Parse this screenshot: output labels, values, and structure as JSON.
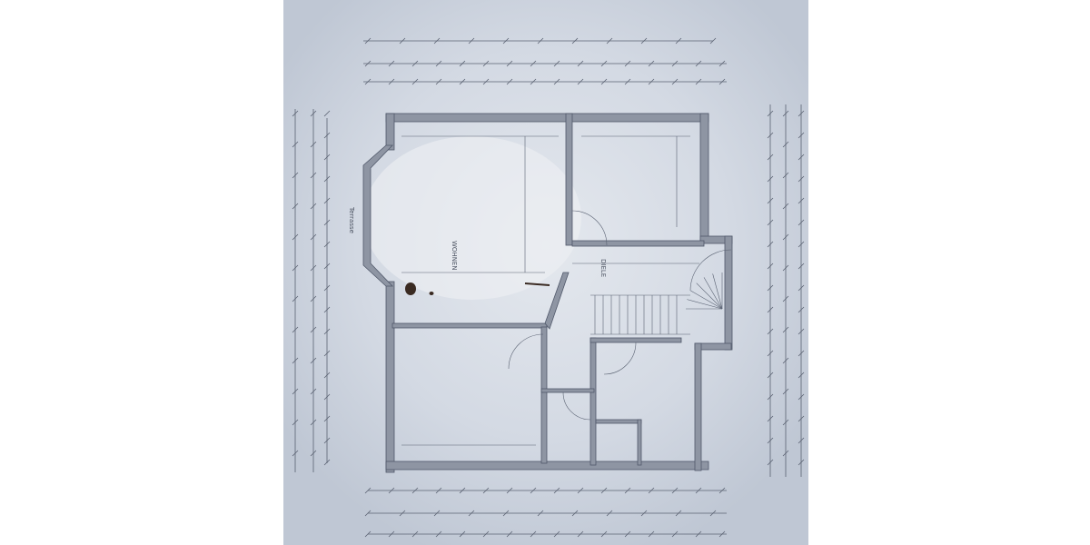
{
  "plan": {
    "rooms": [
      {
        "label": "WOHNEN"
      },
      {
        "label": "DIELE"
      },
      {
        "label": "Terrasse"
      }
    ],
    "colors": {
      "paper": "#cdd3de",
      "paper_light": "#e6e9ef",
      "wall": "#8e95a3",
      "ink": "#50586a",
      "stain": "#3a2a22"
    }
  }
}
